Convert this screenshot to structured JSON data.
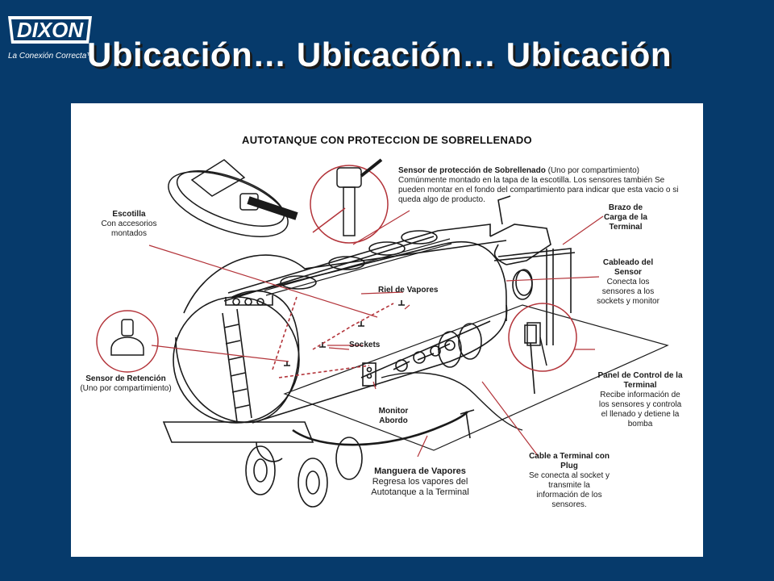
{
  "slide": {
    "logo_text": "DIXON",
    "logo_tagline": "La Conexión Correcta™",
    "title": "Ubicación… Ubicación… Ubicación"
  },
  "diagram": {
    "title": "AUTOTANQUE CON PROTECCION DE SOBRELLENADO",
    "labels": {
      "sensor_sobrellenado_title": "Sensor de protección de Sobrellenado",
      "sensor_sobrellenado_note": "(Uno por compartimiento)",
      "sensor_sobrellenado_desc": "Comúnmente montado en la tapa de la escotilla. Los sensores también Se pueden montar en el fondo del compartimiento para indicar que esta vacio  o si queda algo de producto.",
      "escotilla_title": "Escotilla",
      "escotilla_desc": "Con accesorios montados",
      "brazo_title": "Brazo de Carga de la Terminal",
      "cableado_title": "Cableado del Sensor",
      "cableado_desc": "Conecta los sensores a los sockets y monitor",
      "riel_title": "Riel de Vapores",
      "sockets_title": "Sockets",
      "retencion_title": "Sensor de Retención",
      "retencion_desc": "(Uno por compartimiento)",
      "monitor_title": "Monitor Abordo",
      "panel_title": "Panel de Control de la Terminal",
      "panel_desc": "Recibe información de los sensores y controla el llenado y detiene la bomba",
      "cable_title": "Cable a Terminal con Plug",
      "cable_desc": "Se conecta al socket y transmite la información de los sensores.",
      "manguera_title": "Manguera de Vapores",
      "manguera_desc": "Regresa los vapores del Autotanque  a la Terminal"
    }
  },
  "colors": {
    "background": "#063a6b",
    "leader_line": "#b3343a",
    "title_shadow": "#1a1a1a"
  }
}
